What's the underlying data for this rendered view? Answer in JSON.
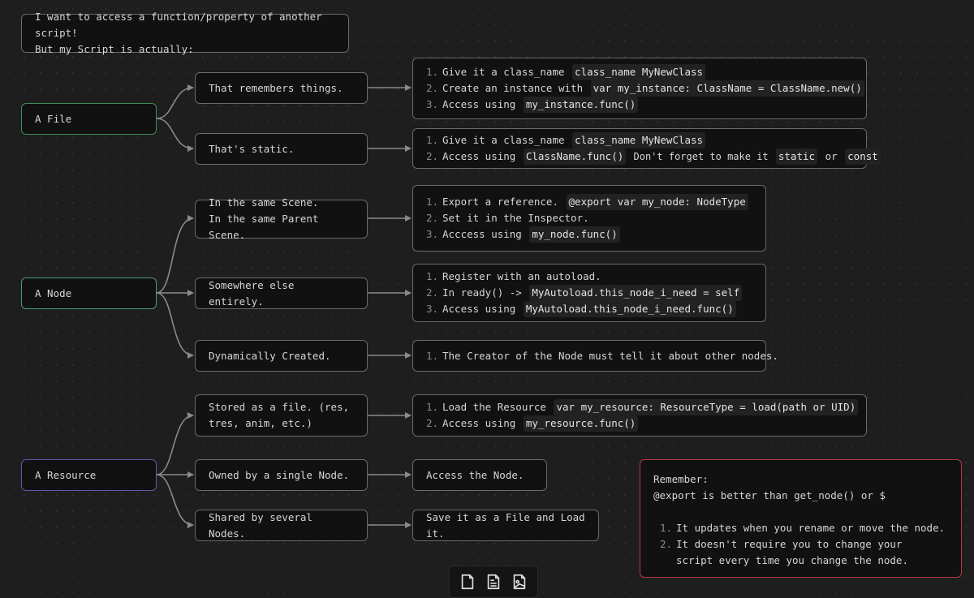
{
  "intro": {
    "line1": "I want to access a function/property of another script!",
    "line2": "But my Script is actually:"
  },
  "colors": {
    "file": "#3e8e55",
    "node": "#4e9690",
    "resource": "#6d55a8",
    "remember": "#b33a3f",
    "edge": "#8a8a8a"
  },
  "categories": {
    "file": {
      "label": "A File"
    },
    "node": {
      "label": "A Node"
    },
    "resource": {
      "label": "A Resource"
    }
  },
  "file_cases": [
    {
      "label": "That remembers things.",
      "steps": [
        {
          "num": "1.",
          "text": "Give it a class_name ",
          "code": "class_name MyNewClass"
        },
        {
          "num": "2.",
          "text": "Create an instance with ",
          "code": "var my_instance: ClassName = ClassName.new()"
        },
        {
          "num": "3.",
          "text": "Access using ",
          "code": "my_instance.func()"
        }
      ]
    },
    {
      "label": "That's static.",
      "steps": [
        {
          "num": "1.",
          "text": "Give it a class_name ",
          "code": "class_name MyNewClass"
        },
        {
          "num": "2.",
          "text": "Access using ",
          "code": "ClassName.func()",
          "text2": " Don't forget to make it ",
          "code2": "static",
          "text3": " or ",
          "code3": "const"
        }
      ]
    }
  ],
  "node_cases": [
    {
      "label_line1": "In the same Scene.",
      "label_line2": "In the same Parent Scene.",
      "steps": [
        {
          "num": "1.",
          "text": "Export a reference. ",
          "code": "@export var my_node: NodeType"
        },
        {
          "num": "2.",
          "text": "Set it in the Inspector."
        },
        {
          "num": "3.",
          "text": "Acccess using ",
          "code": "my_node.func()"
        }
      ]
    },
    {
      "label": "Somewhere else entirely.",
      "steps": [
        {
          "num": "1.",
          "text": "Register with an autoload."
        },
        {
          "num": "2.",
          "text": "In ready() -> ",
          "code": "MyAutoload.this_node_i_need = self"
        },
        {
          "num": "3.",
          "text": "Access using ",
          "code": "MyAutoload.this_node_i_need.func()"
        }
      ]
    },
    {
      "label": "Dynamically Created.",
      "steps": [
        {
          "num": "1.",
          "text": "The Creator of the Node must tell it about other nodes."
        }
      ]
    }
  ],
  "resource_cases": [
    {
      "label_line1": "Stored as a file. (res,",
      "label_line2": "tres, anim, etc.)",
      "steps": [
        {
          "num": "1.",
          "text": "Load the Resource ",
          "code": "var my_resource: ResourceType = load(path or UID)"
        },
        {
          "num": "2.",
          "text": "Access using ",
          "code": "my_resource.func()"
        }
      ]
    },
    {
      "label": "Owned by a single Node.",
      "result": "Access the Node."
    },
    {
      "label": "Shared by several Nodes.",
      "result": "Save it as a File and Load it."
    }
  ],
  "remember": {
    "title": "Remember:",
    "subtitle": "@export is better than get_node() or $",
    "items": [
      {
        "num": "1.",
        "text": "It updates when you rename or move the node."
      },
      {
        "num": "2.",
        "text": "It doesn't require you to change your script every time you change the node."
      }
    ]
  },
  "toolbar": {
    "items": [
      {
        "icon": "blank-file-icon"
      },
      {
        "icon": "text-file-icon"
      },
      {
        "icon": "image-file-icon"
      }
    ]
  }
}
